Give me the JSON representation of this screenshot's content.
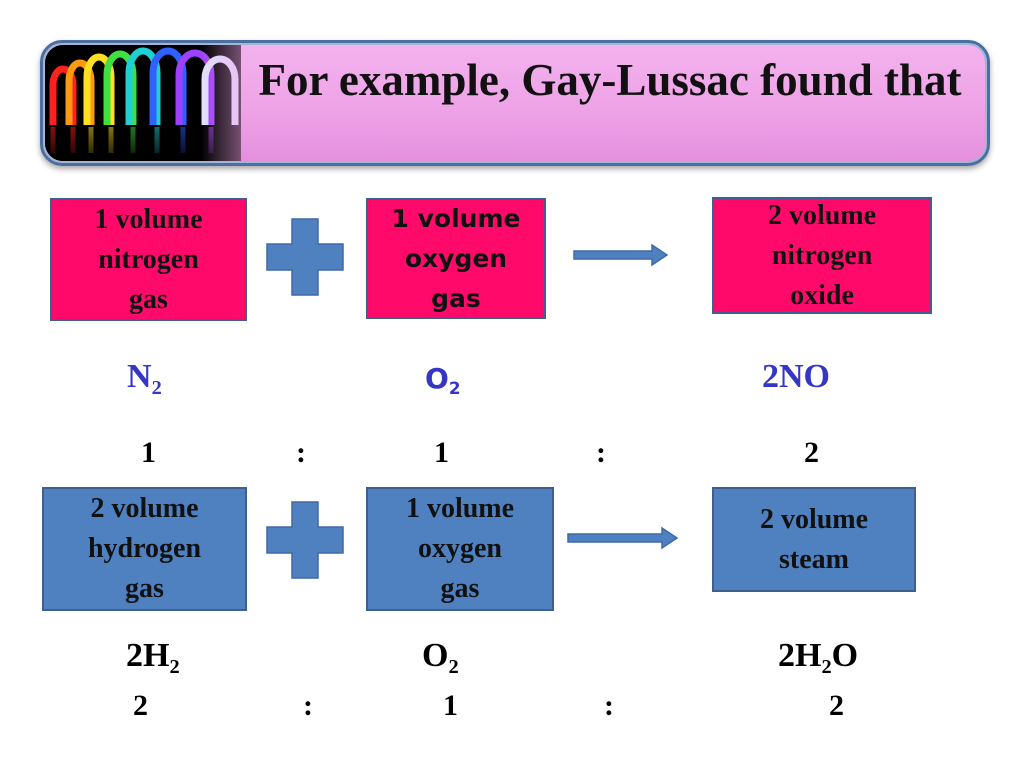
{
  "title": "For example, Gay-Lussac found that",
  "row1": {
    "reactant1": "1 volume\nnitrogen\ngas",
    "reactant2": "1 volume\noxygen\ngas",
    "product": "2 volume\nnitrogen\noxide",
    "formula1": {
      "base": "N",
      "sub": "2"
    },
    "formula2": {
      "base": "O",
      "sub": "2"
    },
    "formula3": "2NO",
    "ratio": [
      "1",
      ":",
      "1",
      ":",
      "2"
    ]
  },
  "row2": {
    "reactant1": "2 volume\nhydrogen\ngas",
    "reactant2": "1 volume\noxygen\ngas",
    "product": "2 volume\nsteam",
    "formula1": {
      "pre": "2H",
      "sub": "2"
    },
    "formula2": {
      "base": "O",
      "sub": "2"
    },
    "formula3": {
      "pre": "2H",
      "sub": "2",
      "post": "O"
    },
    "ratio": [
      "2",
      ":",
      "1",
      ":",
      "2"
    ]
  },
  "colors": {
    "pink_box": "#ff0a6b",
    "blue_box": "#4f80c0",
    "banner": "#eea3e7",
    "plus": "#4f80c0",
    "formula_blue": "#3535c8"
  },
  "icons": [
    "plus-icon",
    "right-arrow-icon",
    "rainbow-rings-image"
  ]
}
